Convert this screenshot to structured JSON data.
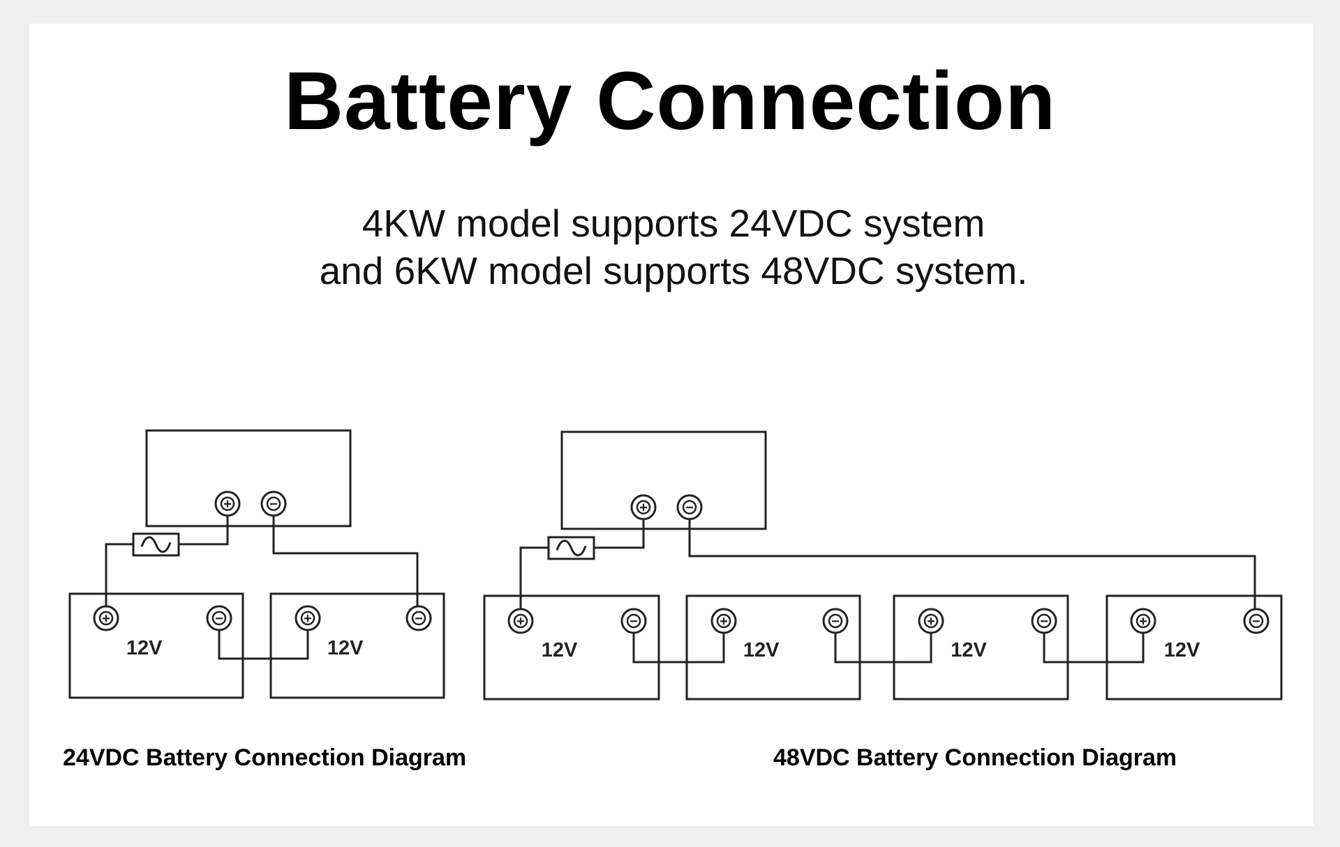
{
  "title": "Battery Connection",
  "subtitle": {
    "line1": "4KW model supports 24VDC system",
    "line2": "and 6KW model supports 48VDC system."
  },
  "diagrams": [
    {
      "id": "24vdc",
      "caption": "24VDC Battery Connection Diagram",
      "battery_label": "12V",
      "battery_count": 2,
      "terminal_labels": {
        "positive": "+",
        "negative": "−"
      }
    },
    {
      "id": "48vdc",
      "caption": "48VDC Battery Connection Diagram",
      "battery_label": "12V",
      "battery_count": 4,
      "terminal_labels": {
        "positive": "+",
        "negative": "−"
      }
    }
  ],
  "colors": {
    "line": "#222222",
    "background": "#ffffff",
    "page": "#efefef"
  }
}
